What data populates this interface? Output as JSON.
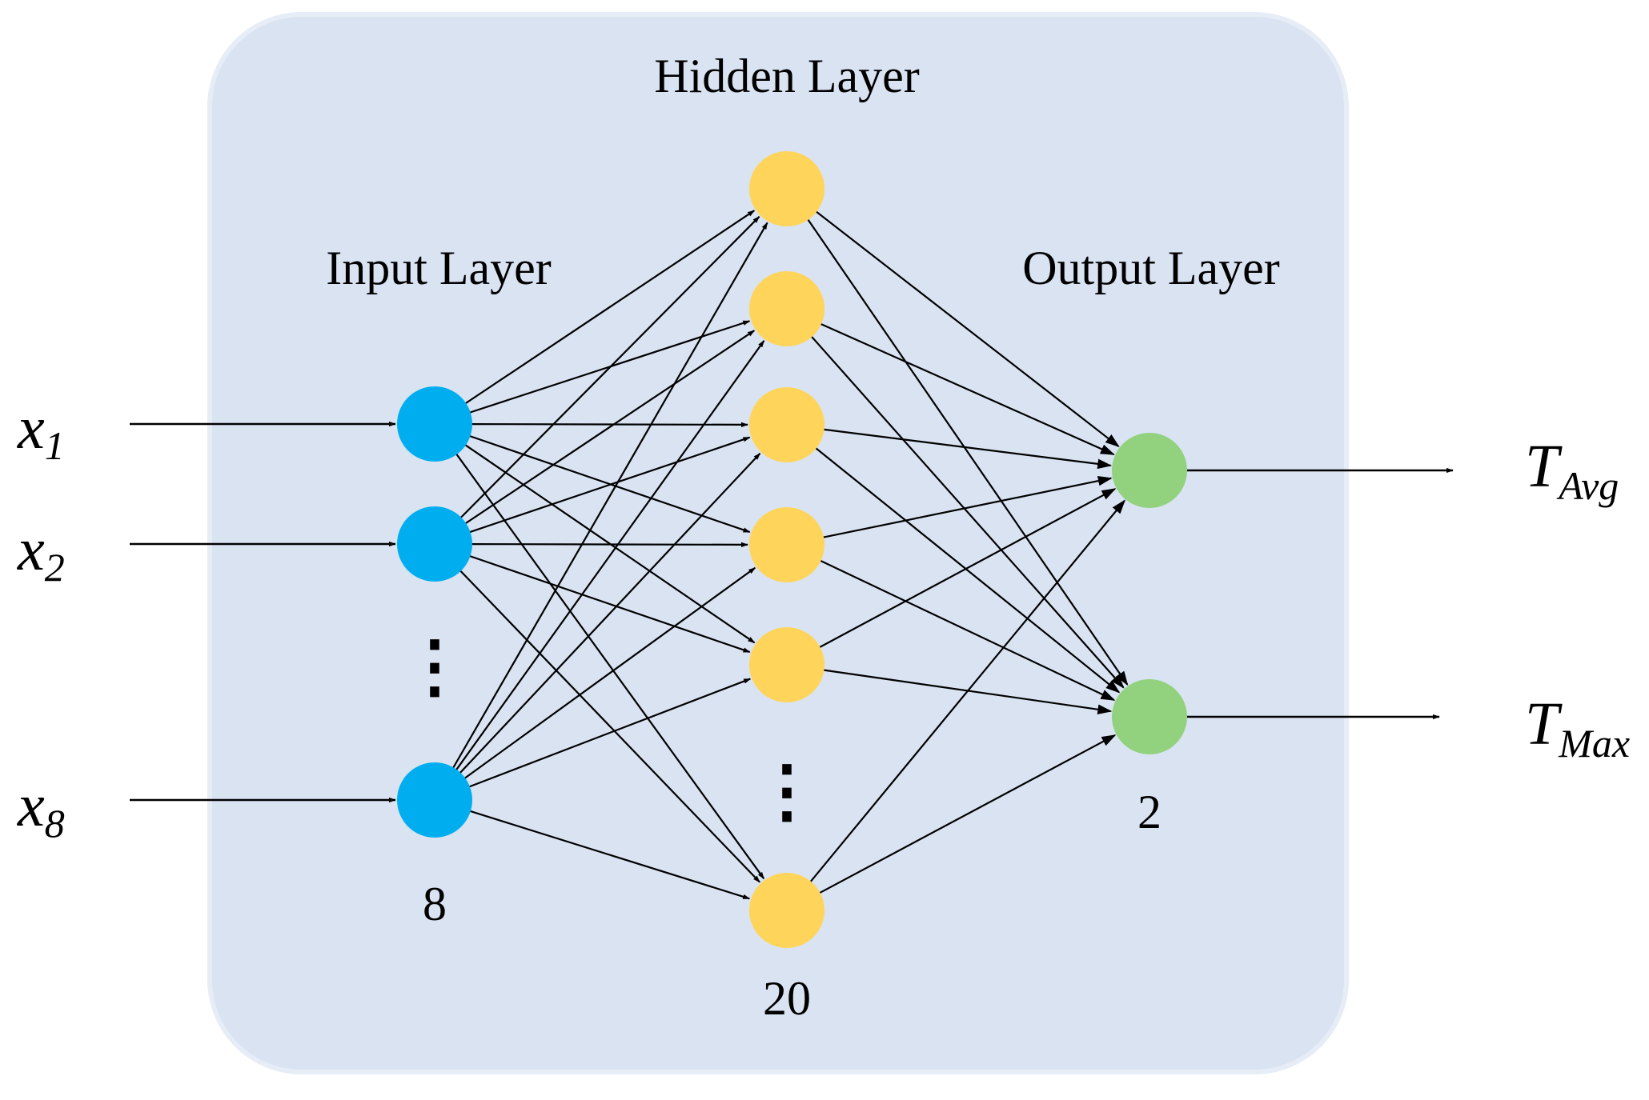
{
  "colors": {
    "panel": "#d9e3f2",
    "panel_border": "#e6edf7",
    "input_node": "#00aeef",
    "hidden_node": "#ffd45a",
    "output_node": "#92d27f",
    "line": "#000000"
  },
  "layers": {
    "input": {
      "title": "Input Layer",
      "count": "8",
      "shown_nodes": 3,
      "ellipsis": "⋮"
    },
    "hidden": {
      "title": "Hidden Layer",
      "count": "20",
      "shown_nodes": 6,
      "ellipsis": "⋮"
    },
    "output": {
      "title": "Output Layer",
      "count": "2",
      "shown_nodes": 2
    }
  },
  "inputs": [
    {
      "main": "x",
      "sub": "1"
    },
    {
      "main": "x",
      "sub": "2"
    },
    {
      "main": "x",
      "sub": "8"
    }
  ],
  "outputs": [
    {
      "main": "T",
      "sub": "Avg"
    },
    {
      "main": "T",
      "sub": "Max"
    }
  ]
}
